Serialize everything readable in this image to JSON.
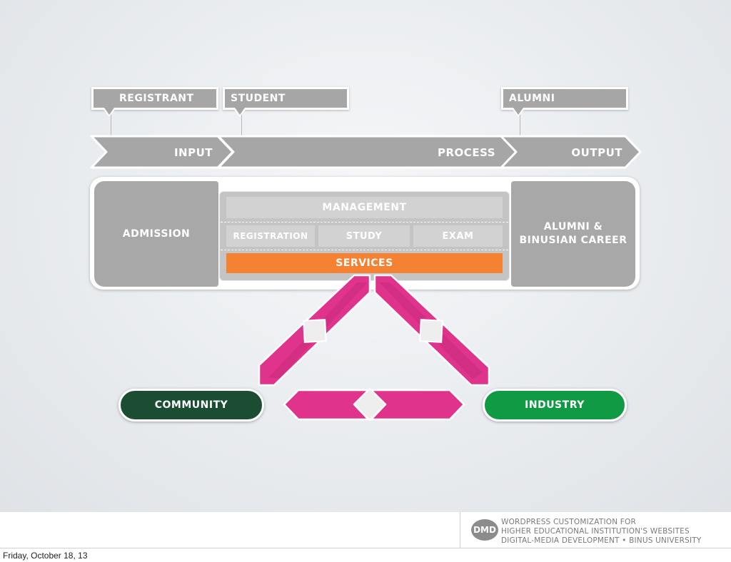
{
  "roles": {
    "registrant": "REGISTRANT",
    "student": "STUDENT",
    "alumni": "ALUMNI"
  },
  "flow": {
    "input": "INPUT",
    "process": "PROCESS",
    "output": "OUTPUT"
  },
  "panel": {
    "admission": "ADMISSION",
    "management": "MANAGEMENT",
    "registration": "REGISTRATION",
    "study": "STUDY",
    "exam": "EXAM",
    "services": "SERVICES",
    "alumni_career": "ALUMNI & BINUSIAN CAREER"
  },
  "partners": {
    "community": "COMMUNITY",
    "industry": "INDUSTRY"
  },
  "footer": {
    "logo": "DMD",
    "line1": "WORDPRESS CUSTOMIZATION FOR",
    "line2": "HIGHER EDUCATIONAL INSTITUTION'S WEBSITES",
    "line3": "DIGITAL-MEDIA DEVELOPMENT • BINUS UNIVERSITY"
  },
  "date": "Friday, October 18, 13",
  "colors": {
    "gray_box": "#a8a8a8",
    "services_orange": "#f58233",
    "community_green": "#1b4d33",
    "industry_green": "#109a43",
    "arrow_magenta": "#e0348c"
  }
}
